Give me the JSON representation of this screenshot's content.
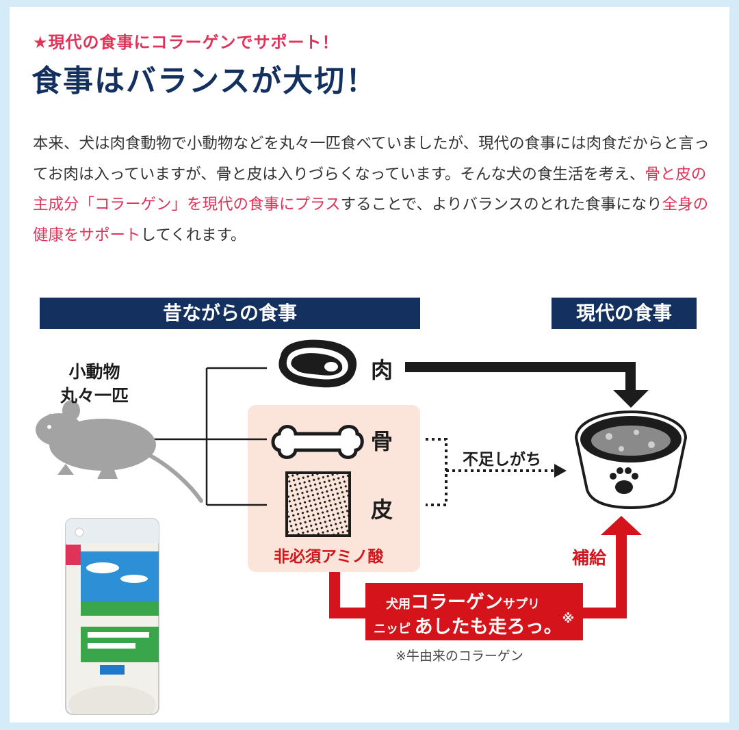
{
  "kicker": "★現代の食事にコラーゲンでサポート！",
  "headline": "食事はバランスが大切！",
  "body": {
    "t1": "本来、犬は肉食動物で小動物などを丸々一匹食べていましたが、現代の食事には肉食だからと言ってお肉は入っていますが、骨と皮は入りづらくなっています。そんな犬の食生活を考え、",
    "h1": "骨と皮の主成分「コラーゲン」を現代の食事にプラス",
    "t2": "することで、よりバランスのとれた食事になり",
    "h2": "全身の健康をサポート",
    "t3": "してくれます。"
  },
  "diagram": {
    "old_header": "昔ながらの食事",
    "new_header": "現代の食事",
    "source_line1": "小動物",
    "source_line2": "丸々一匹",
    "meat": "肉",
    "bone": "骨",
    "skin": "皮",
    "amino": "非必須アミノ酸",
    "lacking": "不足しがち",
    "supply": "補給",
    "supplement_small_1": "犬用",
    "supplement_large_1": "コラーゲン",
    "supplement_small_2": "サプリ",
    "supplement_small_3": "ニッピ",
    "supplement_large_2": "あしたも走ろっ。",
    "supplement_mark": "※",
    "footnote": "※牛由来のコラーゲン"
  },
  "colors": {
    "accent_pink": "#e0335a",
    "navy": "#13305e",
    "red": "#d4141a",
    "peach": "#fbe4d9",
    "page_bg": "#d6ebf8"
  },
  "icons": [
    "meat-icon",
    "bone-icon",
    "skin-icon",
    "mouse-icon",
    "dog-bowl-icon",
    "paw-icon",
    "product-pouch-icon"
  ]
}
